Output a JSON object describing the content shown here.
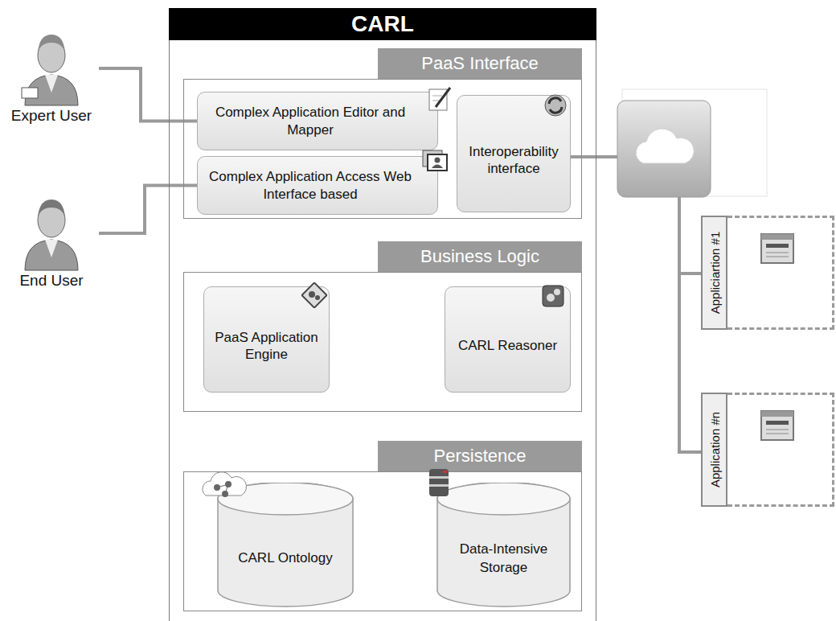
{
  "diagram": {
    "nodes": [
      {
        "text": [
          "Expert User"
        ]
      },
      {
        "text": [
          "End User"
        ]
      },
      {
        "text": [
          "CARL"
        ]
      },
      {
        "text": [
          "PaaS Interface"
        ],
        "in": 2
      },
      {
        "text": [
          "Complex Application Editor and Mapper"
        ],
        "in": 3
      },
      {
        "text": [
          "Complex Application  Access Web Interface based"
        ],
        "in": 3
      },
      {
        "text": [
          "Interoperability interface"
        ],
        "in": 3
      },
      {
        "text": [
          "Business Logic"
        ],
        "in": 2
      },
      {
        "text": [
          "PaaS Application Engine"
        ],
        "in": 7
      },
      {
        "text": [
          "CARL Reasoner"
        ],
        "in": 7
      },
      {
        "text": [
          "Persistence"
        ],
        "in": 2
      },
      {
        "text": [
          "CARL Ontology"
        ],
        "in": 10
      },
      {
        "text": [
          "Data-Intensive Storage"
        ],
        "in": 10
      },
      {
        "text": [
          "Appliciartion #1"
        ]
      },
      {
        "text": [
          "Application #n"
        ]
      }
    ],
    "edges": [
      {
        "from": 0,
        "to": 4,
        "arrow": "none"
      },
      {
        "from": 1,
        "to": 5,
        "arrow": "none"
      }
    ]
  }
}
